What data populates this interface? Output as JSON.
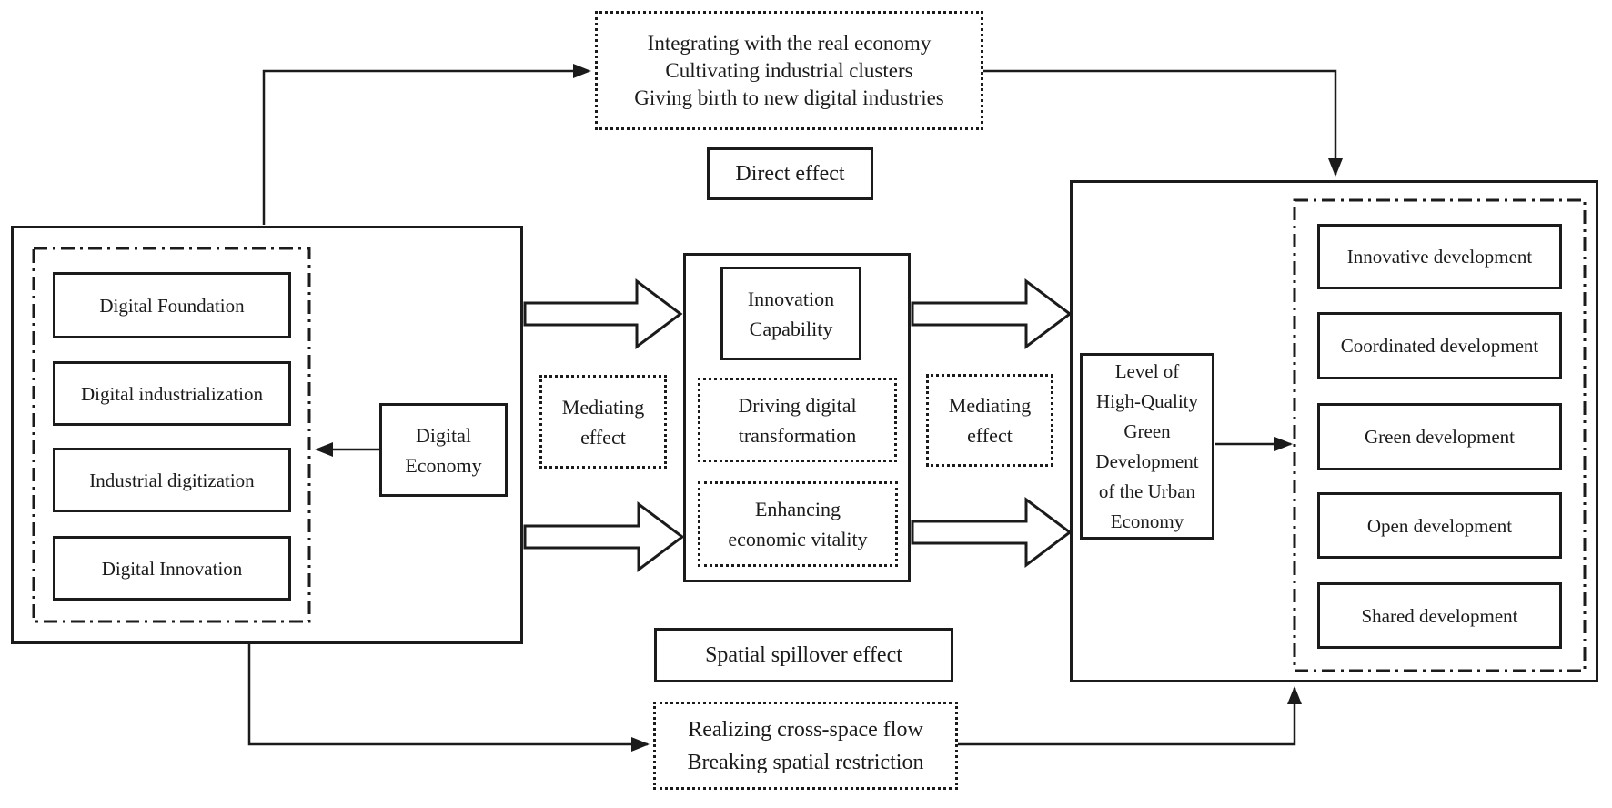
{
  "colors": {
    "ink": "#1b1b1b",
    "background": "#ffffff"
  },
  "flow": {
    "top_mechanism": {
      "lines": [
        "Integrating with the real economy",
        "Cultivating industrial clusters",
        "Giving birth to new digital industries"
      ]
    },
    "direct_effect": {
      "label": "Direct effect"
    },
    "digital_economy": {
      "lines": [
        "Digital",
        "Economy"
      ]
    },
    "digital_economy_dimensions": {
      "items": [
        "Digital Foundation",
        "Digital industrialization",
        "Industrial digitization",
        "Digital Innovation"
      ]
    },
    "mediating_left": {
      "lines": [
        "Mediating",
        "effect"
      ]
    },
    "mediating_right": {
      "lines": [
        "Mediating",
        "effect"
      ]
    },
    "innovation_capability": {
      "lines": [
        "Innovation",
        "Capability"
      ]
    },
    "driving_digital_transformation": {
      "lines": [
        "Driving digital",
        "transformation"
      ]
    },
    "enhancing_economic_vitality": {
      "lines": [
        "Enhancing",
        "economic vitality"
      ]
    },
    "green_development_level": {
      "lines": [
        "Level of",
        "High-Quality",
        "Green",
        "Development",
        "of the Urban",
        "Economy"
      ]
    },
    "development_dimensions": {
      "items": [
        "Innovative development",
        "Coordinated development",
        "Green development",
        "Open development",
        "Shared development"
      ]
    },
    "spatial_spillover": {
      "label": "Spatial spillover effect"
    },
    "bottom_mechanism": {
      "lines": [
        "Realizing cross-space flow",
        "Breaking spatial restriction"
      ]
    }
  }
}
